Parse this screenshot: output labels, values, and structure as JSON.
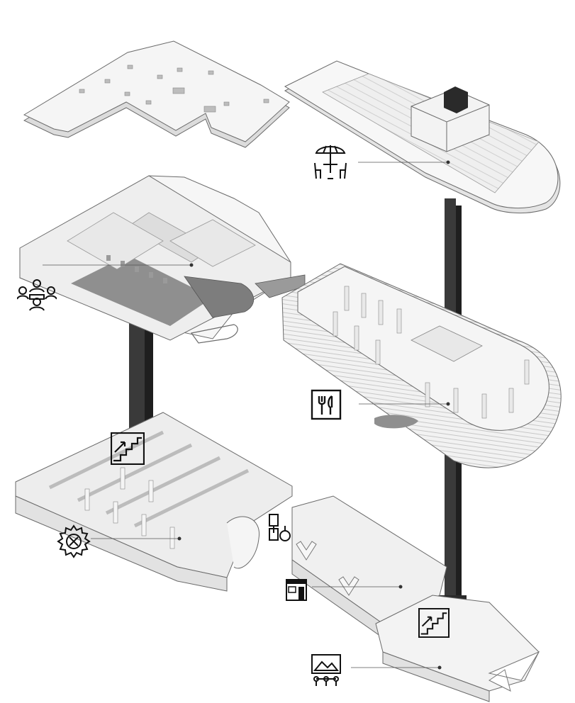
{
  "diagram": {
    "type": "exploded-axonometric",
    "levels": [
      {
        "id": "roof-slab"
      },
      {
        "id": "upper-terrace-deck"
      },
      {
        "id": "meeting-floor"
      },
      {
        "id": "restaurant-pod"
      },
      {
        "id": "ground-workshop-floor"
      },
      {
        "id": "shop-wing"
      },
      {
        "id": "exhibition-wing"
      }
    ],
    "program_icons": [
      {
        "id": "terrace-dining",
        "icon": "umbrella-table-icon"
      },
      {
        "id": "meeting",
        "icon": "people-meeting-icon"
      },
      {
        "id": "restaurant",
        "icon": "fork-knife-icon"
      },
      {
        "id": "vertical-circulation-1",
        "icon": "stairs-icon"
      },
      {
        "id": "workshop",
        "icon": "gear-wrench-icon"
      },
      {
        "id": "accessible-wc",
        "icon": "wc-icon"
      },
      {
        "id": "shop",
        "icon": "storefront-icon"
      },
      {
        "id": "vertical-circulation-2",
        "icon": "stairs-icon"
      },
      {
        "id": "exhibition",
        "icon": "gallery-icon"
      }
    ],
    "colors": {
      "slab": "#f4f4f4",
      "wall": "#e2e2e2",
      "outline": "#6a6a6a",
      "core": "#3a3a3a",
      "floor_dark": "#8f8f8f",
      "leader": "#555555"
    }
  }
}
